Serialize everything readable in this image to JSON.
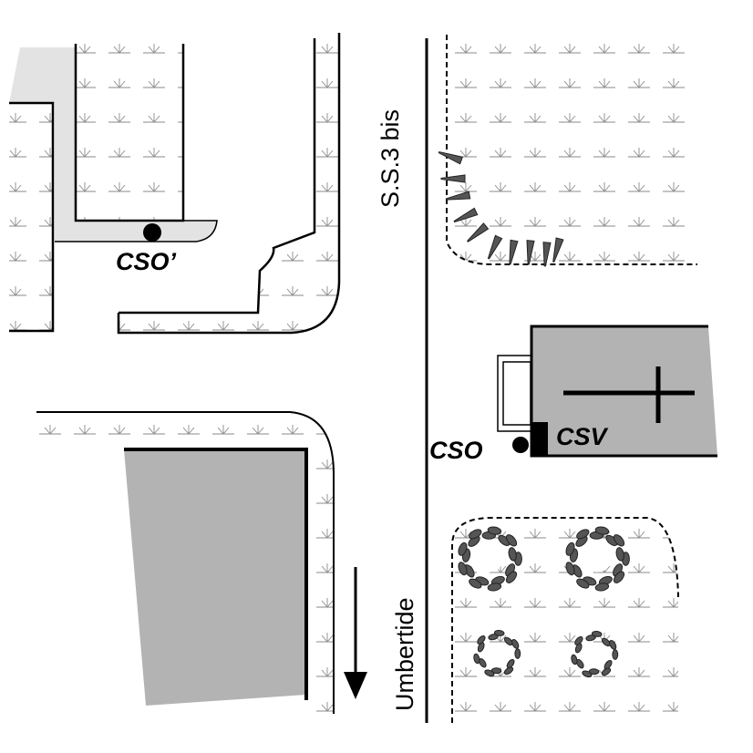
{
  "roads": {
    "north_label": "S.S.3 bis",
    "south_label": "Umbertide"
  },
  "points": {
    "cso_prime": "CSO’",
    "cso": "CSO",
    "csv": "CSV"
  },
  "colors": {
    "building_gray": "#b3b3b3",
    "light_gray": "#e3e3e3",
    "line": "#000000",
    "vegetation": "#555555",
    "background": "#ffffff"
  },
  "icons": {
    "cemetery_marker": "cross-icon",
    "direction_marker": "arrow-down-icon",
    "tree_marker": "tree-icon",
    "thorn_marker": "thorn-icon"
  }
}
